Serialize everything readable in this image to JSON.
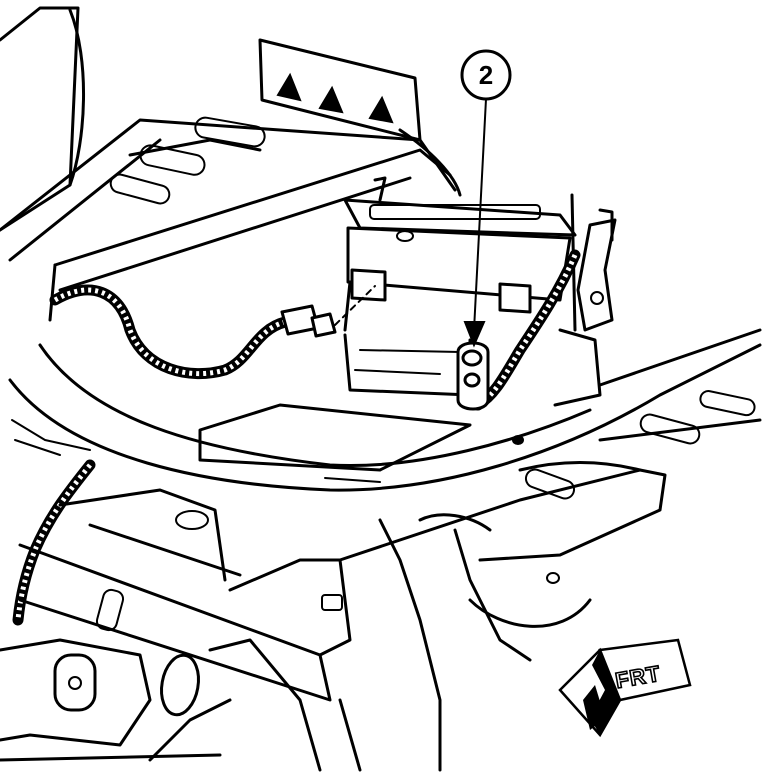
{
  "diagram": {
    "callouts": [
      {
        "id": "callout-2",
        "label": "2"
      }
    ],
    "orientation_indicator": {
      "label": "FRT",
      "icon": "front-arrow-icon"
    }
  }
}
